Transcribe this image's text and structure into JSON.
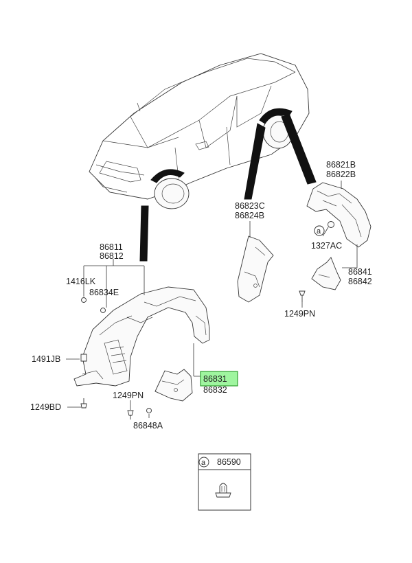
{
  "labels": {
    "front_upper": "86811",
    "front_lower": "86812",
    "bolt_1416": "1416LK",
    "clip_86834": "86834E",
    "bolt_1491": "1491JB",
    "bolt_1249bd": "1249BD",
    "screw_front": "1249PN",
    "clip_86848": "86848A",
    "mudguard_upper": "86831",
    "mudguard_lower": "86832",
    "mid_upper": "86823C",
    "mid_lower": "86824B",
    "rear_upper": "86821B",
    "rear_lower": "86822B",
    "clip_rear": "1327AC",
    "rear_guard_upper": "86841",
    "rear_guard_lower": "86842",
    "screw_rear": "1249PN"
  },
  "callout_a": "a",
  "legend": {
    "marker": "a",
    "part": "86590"
  },
  "colors": {
    "highlight_fill": "#9ff59f",
    "highlight_border": "#2e9e2e"
  }
}
